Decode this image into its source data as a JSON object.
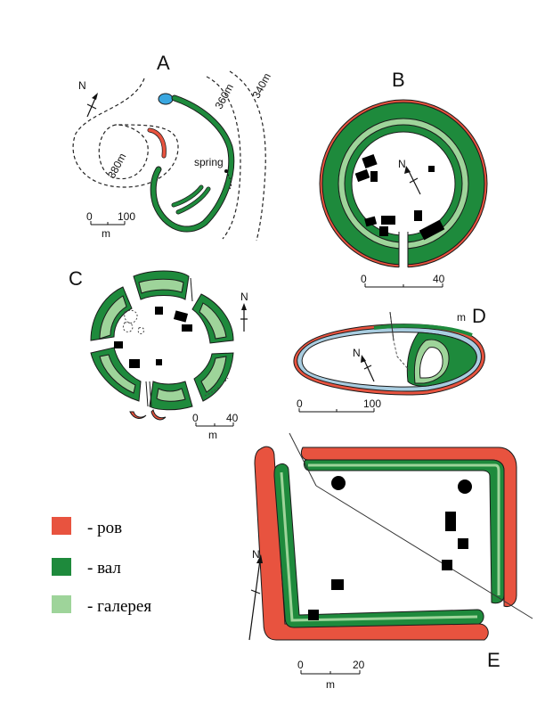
{
  "colors": {
    "ditch": "#e8533f",
    "rampart": "#1e8a3c",
    "gallery": "#9ed49a",
    "building": "#000000",
    "spring": "#3aa7e0",
    "palisade": "#a9cde0"
  },
  "panels": {
    "A": {
      "letter": "A",
      "contours": [
        "380m",
        "360m",
        "340m"
      ],
      "spring_label": "spring",
      "north": "N",
      "scale": {
        "zero": "0",
        "end": "100",
        "unit": "m"
      }
    },
    "B": {
      "letter": "B",
      "north": "N",
      "scale": {
        "zero": "0",
        "end": "40"
      }
    },
    "C": {
      "letter": "C",
      "north": "N",
      "scale": {
        "zero": "0",
        "end": "40",
        "unit": "m"
      }
    },
    "D": {
      "letter": "D",
      "unit_top": "m",
      "north": "N",
      "scale": {
        "zero": "0",
        "end": "100"
      }
    },
    "E": {
      "letter": "E",
      "north": "N",
      "scale": {
        "zero": "0",
        "end": "20",
        "unit": "m"
      }
    }
  },
  "legend": [
    {
      "label": "- ров",
      "color_key": "ditch"
    },
    {
      "label": "- вал",
      "color_key": "rampart"
    },
    {
      "label": "- галерея",
      "color_key": "gallery"
    }
  ]
}
